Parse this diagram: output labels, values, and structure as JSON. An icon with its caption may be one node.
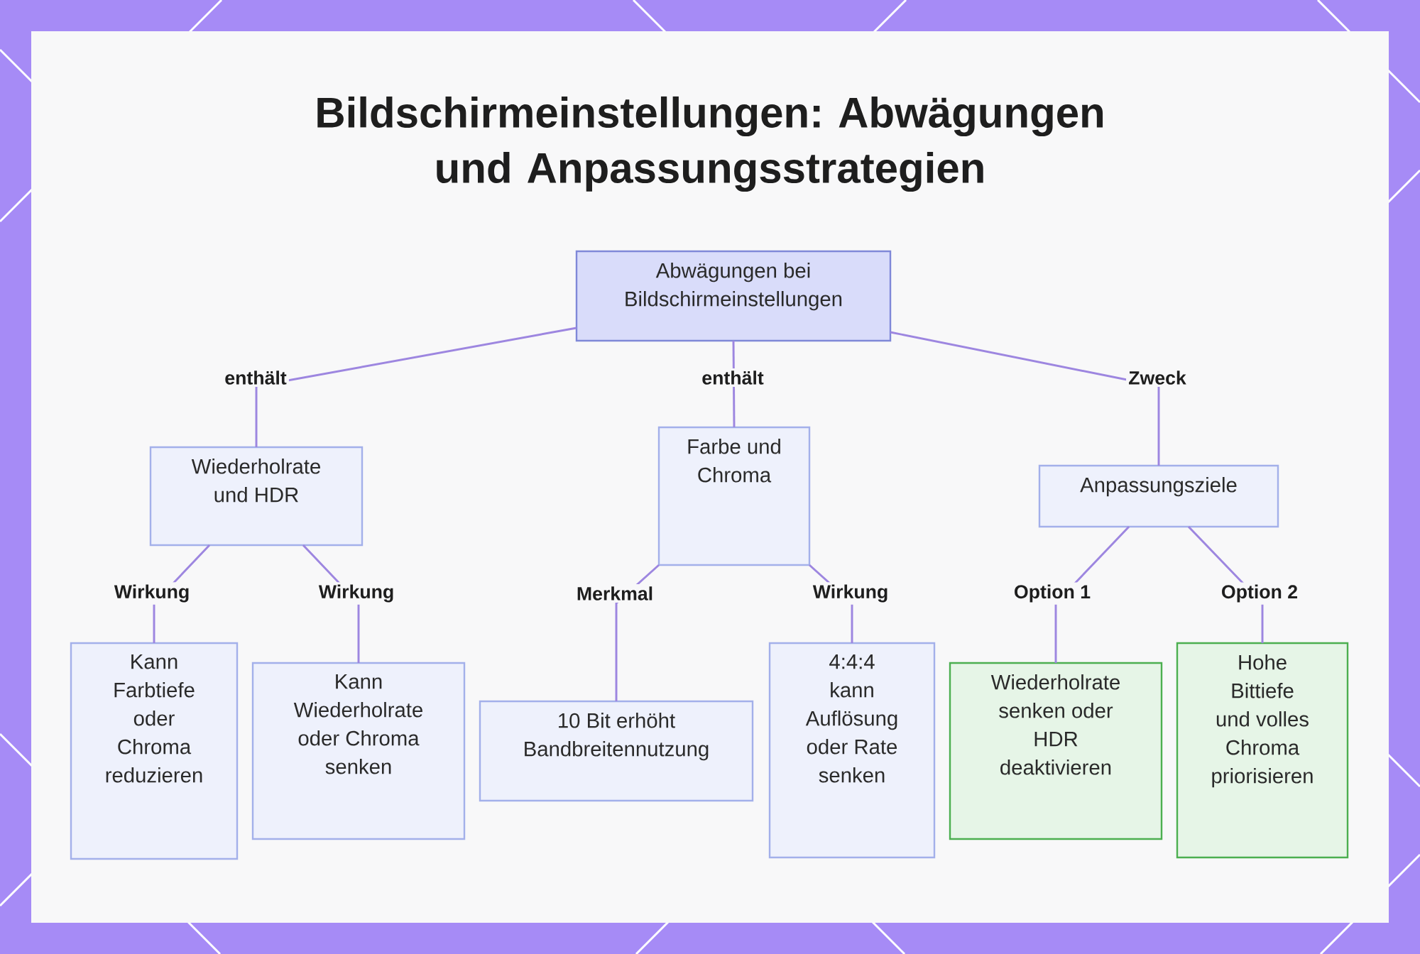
{
  "diagram": {
    "title": "Bildschirmeinstellungen: Abwägungen und Anpassungsstrategien",
    "nodes": [
      {
        "text": [
          "Abwägungen bei Bildschirmeinstellungen"
        ]
      },
      {
        "text": [
          "Wiederholrate und HDR"
        ]
      },
      {
        "text": [
          "Farbe und Chroma"
        ]
      },
      {
        "text": [
          "Anpassungsziele"
        ]
      },
      {
        "text": [
          "Kann Farbtiefe oder Chroma reduzieren"
        ]
      },
      {
        "text": [
          "Kann Wiederholrate oder Chroma senken"
        ]
      },
      {
        "text": [
          "10 Bit erhöht Bandbreitennutzung"
        ]
      },
      {
        "text": [
          "4:4:4 kann Auflösung oder Rate senken"
        ]
      },
      {
        "text": [
          "Wiederholrate senken oder HDR deaktivieren"
        ]
      },
      {
        "text": [
          "Hohe Bittiefe und volles Chroma priorisieren"
        ]
      }
    ],
    "edges": [
      {
        "from": 0,
        "to": 1,
        "arrow": "none",
        "label": "enthält"
      },
      {
        "from": 0,
        "to": 2,
        "arrow": "none",
        "label": "enthält"
      },
      {
        "from": 0,
        "to": 3,
        "arrow": "none",
        "label": "Zweck"
      },
      {
        "from": 1,
        "to": 4,
        "arrow": "none",
        "label": "Wirkung"
      },
      {
        "from": 1,
        "to": 5,
        "arrow": "none",
        "label": "Wirkung"
      },
      {
        "from": 2,
        "to": 6,
        "arrow": "none",
        "label": "Merkmal"
      },
      {
        "from": 2,
        "to": 7,
        "arrow": "none",
        "label": "Wirkung"
      },
      {
        "from": 3,
        "to": 8,
        "arrow": "none",
        "label": "Option 1"
      },
      {
        "from": 3,
        "to": 9,
        "arrow": "none",
        "label": "Option 2"
      }
    ]
  }
}
